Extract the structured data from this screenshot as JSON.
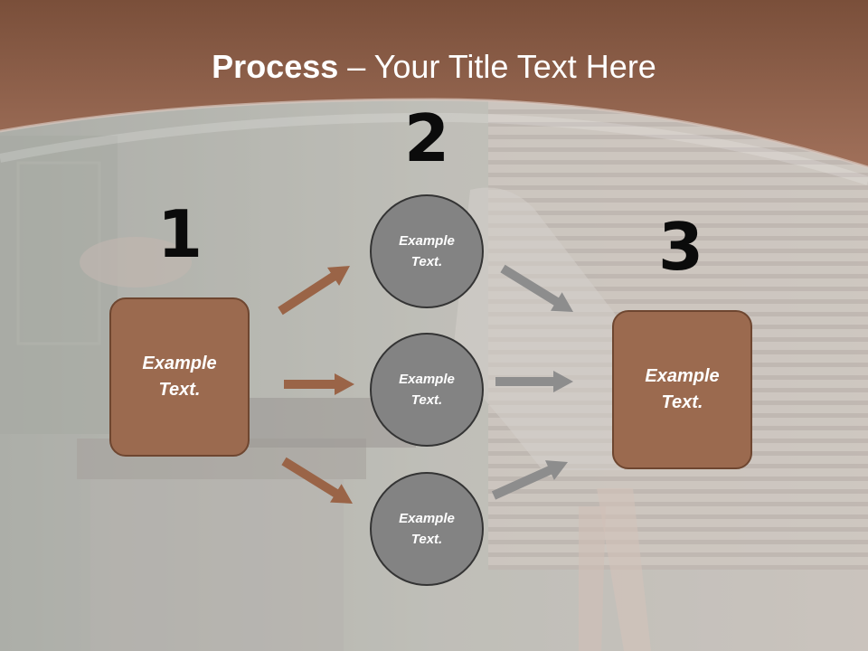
{
  "title": {
    "bold": "Process",
    "dash": " – ",
    "rest": "Your Title Text Here"
  },
  "steps": [
    {
      "number": "1",
      "text": "Example\nText."
    },
    {
      "number": "2",
      "items": [
        "Example\nText.",
        "Example\nText.",
        "Example\nText."
      ]
    },
    {
      "number": "3",
      "text": "Example\nText."
    }
  ],
  "colors": {
    "header_brown": "#8f5f45",
    "box_brown": "#9b6a4f",
    "circle_gray": "#838383",
    "arrow_brown": "#9a6447",
    "arrow_gray": "#8d8d8d"
  }
}
